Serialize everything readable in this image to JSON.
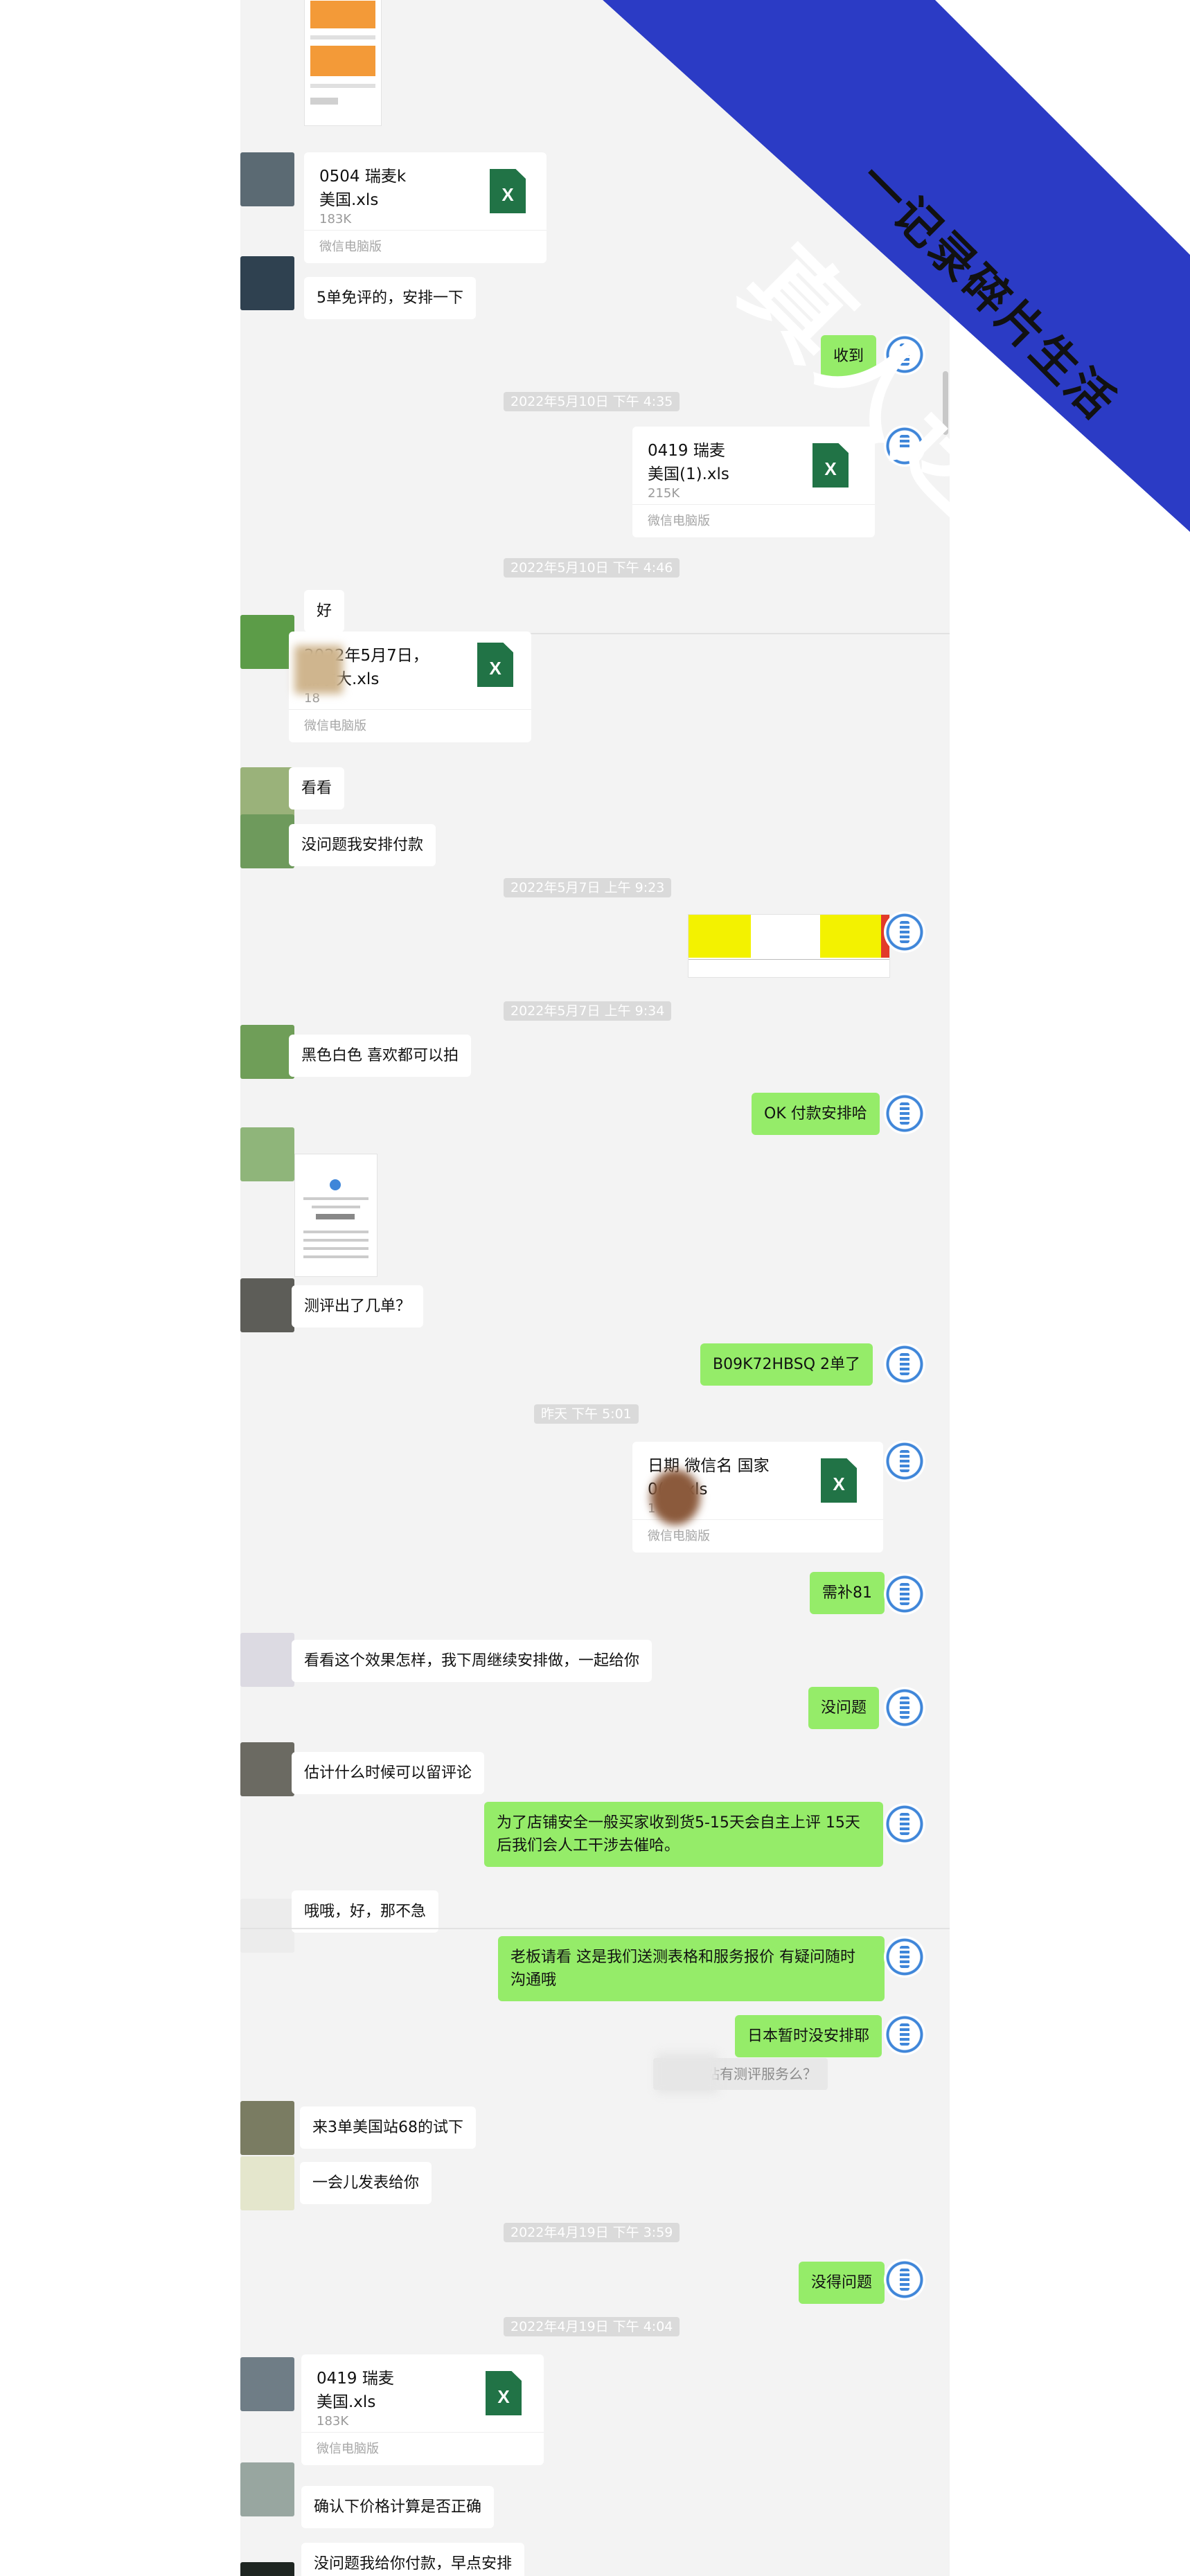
{
  "colors": {
    "panel_bg": "#f3f3f3",
    "bubble_in": "#ffffff",
    "bubble_out": "#95ec69",
    "banner_blue": "#2b3bc5",
    "file_icon": "#217346"
  },
  "banner": {
    "subtitle": "一记录碎片生活",
    "title": "真人送测"
  },
  "file_source_label": "微信电脑版",
  "file_icon_letter": "X",
  "files": [
    {
      "name": "0504 瑞麦k\n美国.xls",
      "size": "183K"
    },
    {
      "name": "0419 瑞麦\n美国(1).xls",
      "size": "215K"
    },
    {
      "name": "2022年5月7日，\n加拿大.xls",
      "size": "18"
    },
    {
      "name": "日期 微信名 国家\n0(1).xls",
      "size": "1"
    },
    {
      "name": "0419 瑞麦\n美国.xls",
      "size": "183K"
    }
  ],
  "timestamps": [
    "2022年5月10日 下午 4:35",
    "2022年5月10日 下午 4:46",
    "2022年5月7日 上午 9:23",
    "2022年5月7日 上午 9:34",
    "昨天 下午 5:01",
    "2022年4月19日 下午 3:59",
    "2022年4月19日 下午 4:04"
  ],
  "messages": {
    "m1": "5单免评的，安排一下",
    "m2": "收到",
    "m3": "好",
    "m4": "看看",
    "m5": "没问题我安排付款",
    "m6": "黑色白色  喜欢都可以拍",
    "m7": "OK 付款安排哈",
    "m8": "测评出了几单？",
    "m9": "B09K72HBSQ   2单了",
    "m10": "需补81",
    "m11": "看看这个效果怎样，我下周继续安排做，一起给你",
    "m12": "没问题",
    "m13": "估计什么时候可以留评论",
    "m14": "为了店铺安全一般买家收到货5-15天会自主上评 15天\n后我们会人工干涉去催哈。",
    "m15": "哦哦，好，那不急",
    "m16": "老板请看  这是我们送测表格和服务报价  有疑问随时\n沟通哦",
    "m17": "日本暂时没安排耶",
    "m18_quote": "：日本站有测评服务么？",
    "m19": "来3单美国站68的试下",
    "m20": "一会儿发表给你",
    "m21": "没得问题",
    "m22": "确认下价格计算是否正确",
    "m23": "没问题我给你付款，早点安排"
  }
}
